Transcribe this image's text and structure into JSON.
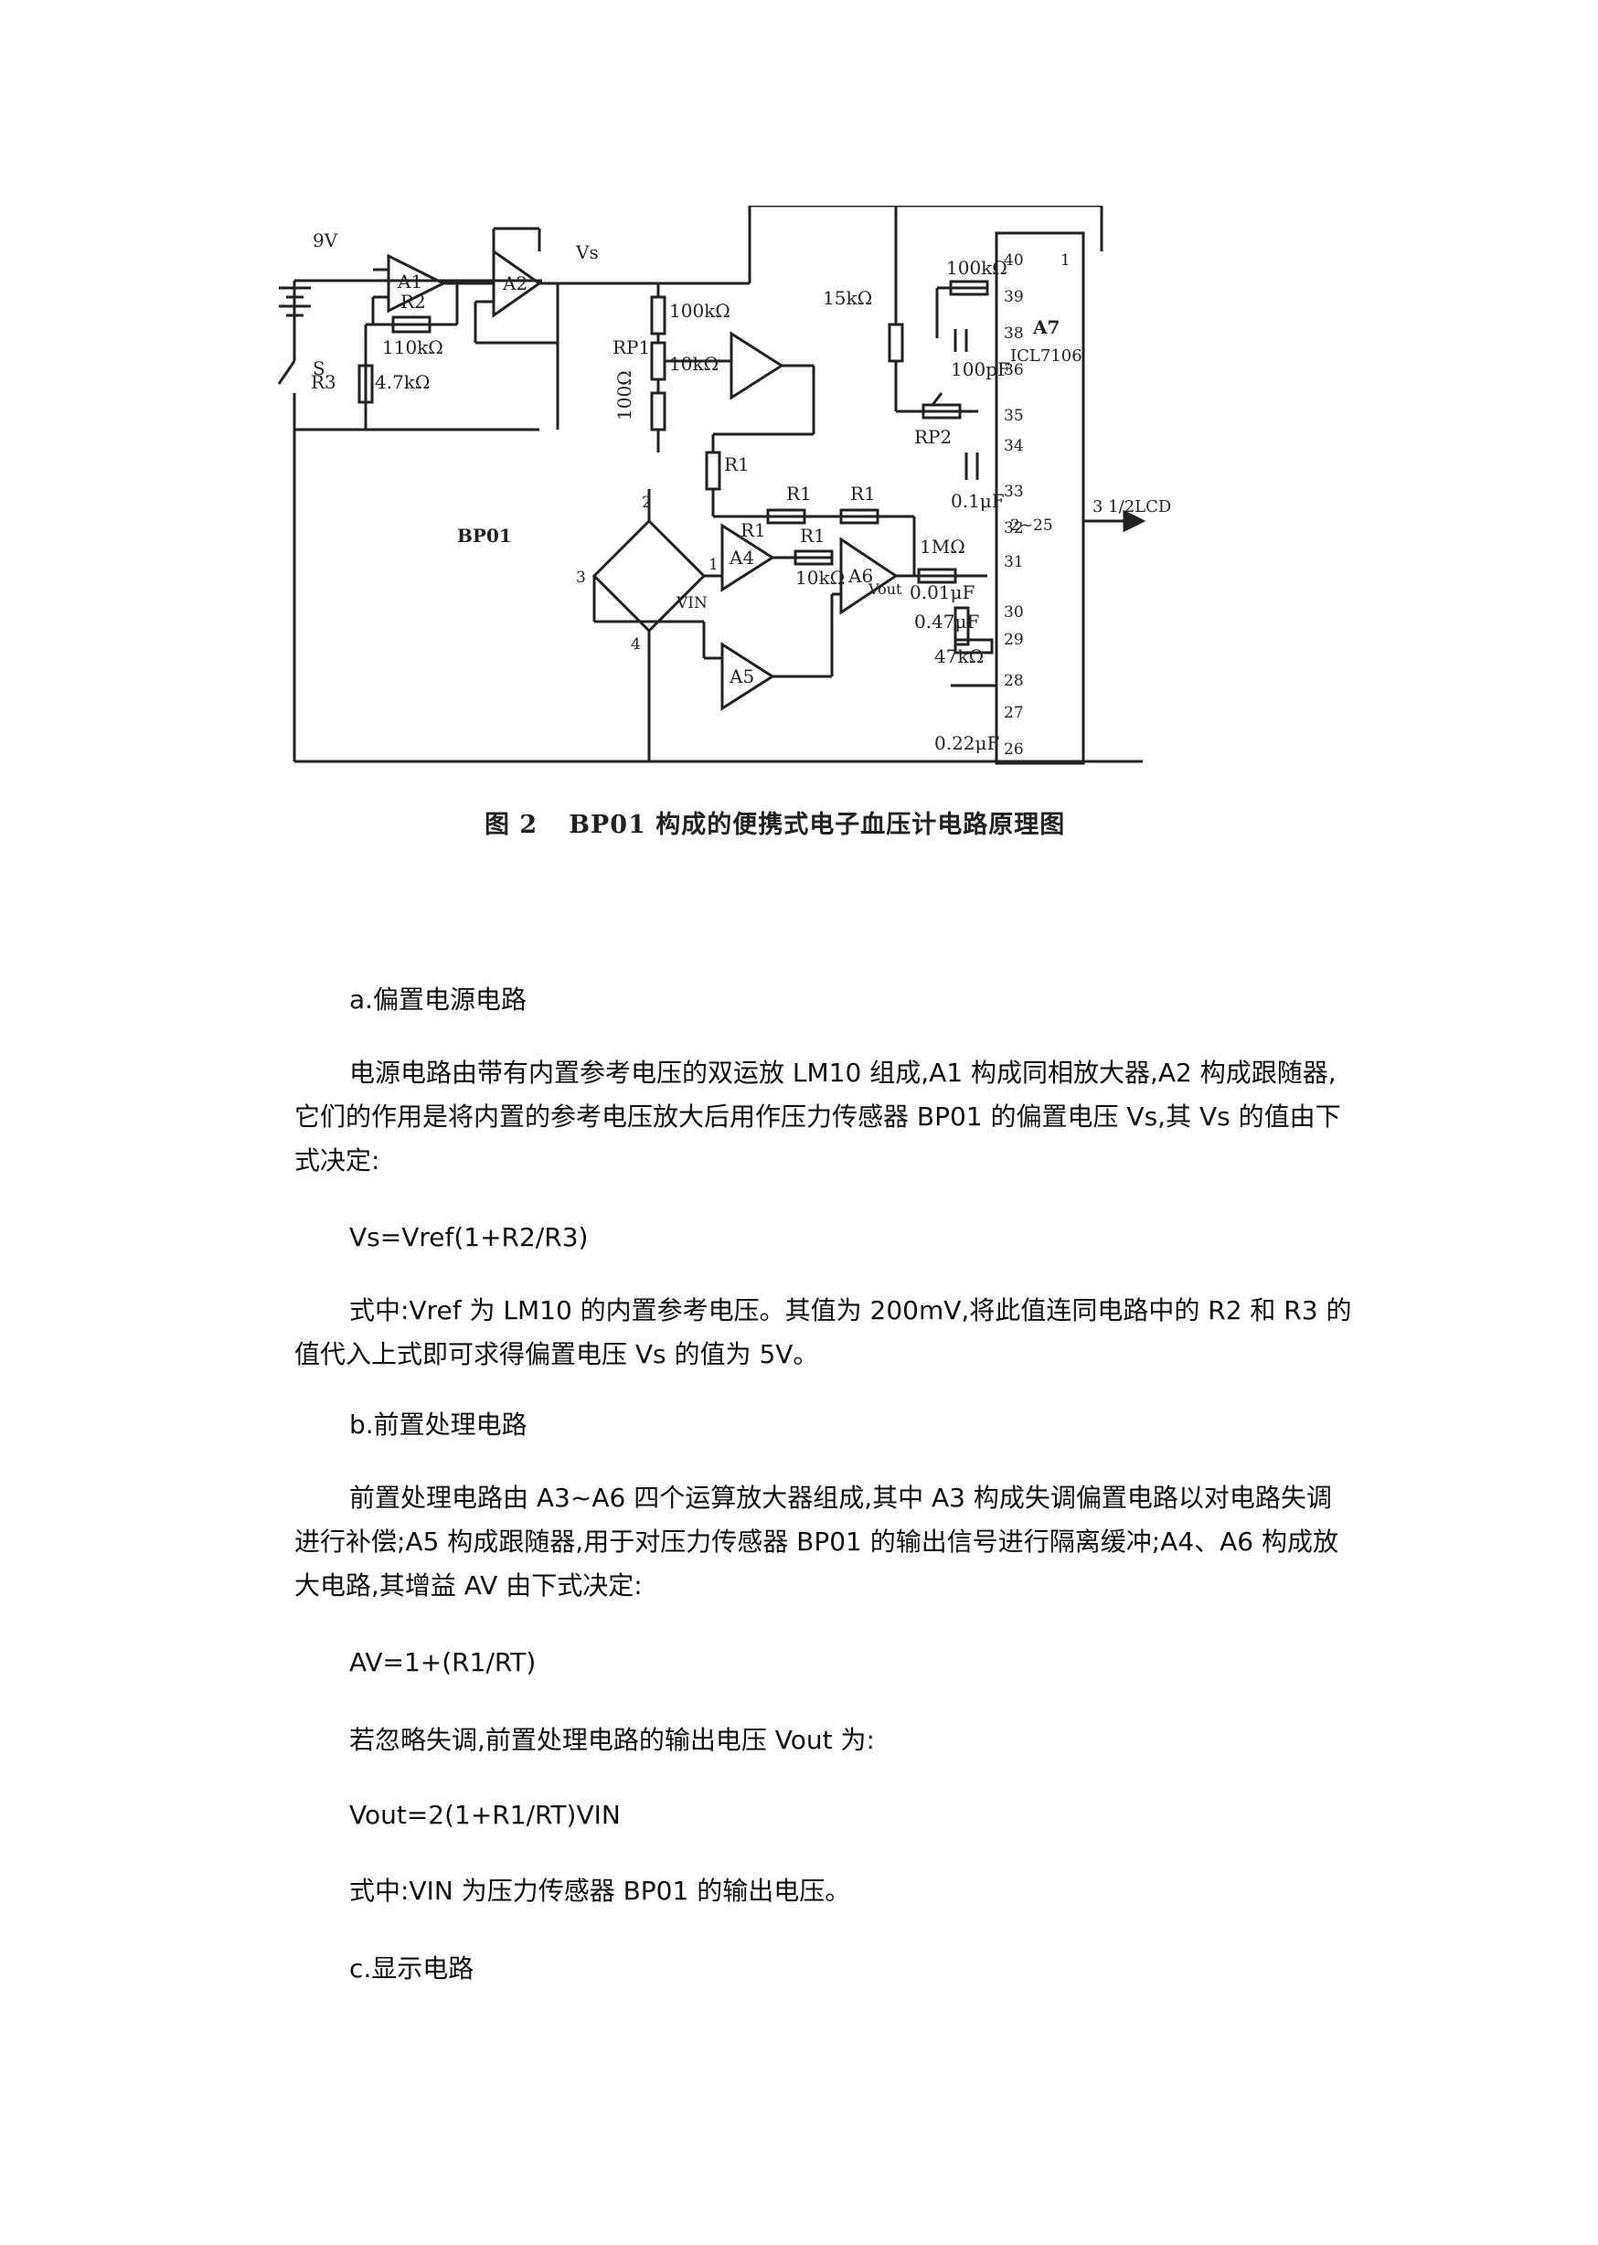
{
  "figure": {
    "labels": {
      "battery": "9V",
      "switch": "S",
      "a1": "A1",
      "a2": "A2",
      "r2": "R2",
      "r2_value": "110kΩ",
      "r3": "R3",
      "r3_value": "4.7kΩ",
      "vs": "Vs",
      "r100k": "100kΩ",
      "rp1": "RP1",
      "r10k_a": "10kΩ",
      "r100_small": "100Ω",
      "r1_a": "R1",
      "r1_b": "R1",
      "r1_c": "R1",
      "r1_d": "R1",
      "r1_e": "R1",
      "r10k_b": "10kΩ",
      "bp01": "BP01",
      "node_1": "1",
      "node_2": "2",
      "node_3": "3",
      "node_4": "4",
      "vin": "VIN",
      "a4": "A4",
      "a5": "A5",
      "a6": "A6",
      "vout": "Vout",
      "r15k": "15kΩ",
      "r100k_b": "100kΩ",
      "c100p": "100pF",
      "rp2": "RP2",
      "c01u": "0.1μF",
      "r1m": "1MΩ",
      "c001u": "0.01μF",
      "c047u": "0.47μF",
      "r47k": "47kΩ",
      "c022u": "0.22μF",
      "a7": "A7",
      "icl": "ICL7106",
      "pin_1": "1",
      "pins_2_25": "2~25",
      "lcd": "3 1/2LCD",
      "pins": [
        "40",
        "39",
        "38",
        "36",
        "35",
        "34",
        "33",
        "32",
        "31",
        "30",
        "29",
        "28",
        "27",
        "26"
      ]
    },
    "caption_num": "图 2",
    "caption_text": "BP01 构成的便携式电子血压计电路原理图"
  },
  "sections": {
    "a_title": "a.偏置电源电路",
    "a_p1": "电源电路由带有内置参考电压的双运放 LM10 组成,A1 构成同相放大器,A2 构成跟随器,它们的作用是将内置的参考电压放大后用作压力传感器 BP01 的偏置电压 Vs,其 Vs 的值由下式决定:",
    "a_eq": "Vs=Vref(1+R2/R3)",
    "a_p2": "式中:Vref 为 LM10 的内置参考电压。其值为 200mV,将此值连同电路中的 R2 和 R3 的值代入上式即可求得偏置电压 Vs 的值为 5V。",
    "b_title": "b.前置处理电路",
    "b_p1": "前置处理电路由 A3~A6 四个运算放大器组成,其中 A3 构成失调偏置电路以对电路失调进行补偿;A5 构成跟随器,用于对压力传感器 BP01 的输出信号进行隔离缓冲;A4、A6 构成放大电路,其增益 AV 由下式决定:",
    "b_eq1": "AV=1+(R1/RT)",
    "b_p2": "若忽略失调,前置处理电路的输出电压 Vout 为:",
    "b_eq2": "Vout=2(1+R1/RT)VIN",
    "b_p3": "式中:VIN 为压力传感器 BP01 的输出电压。",
    "c_title": "c.显示电路"
  }
}
